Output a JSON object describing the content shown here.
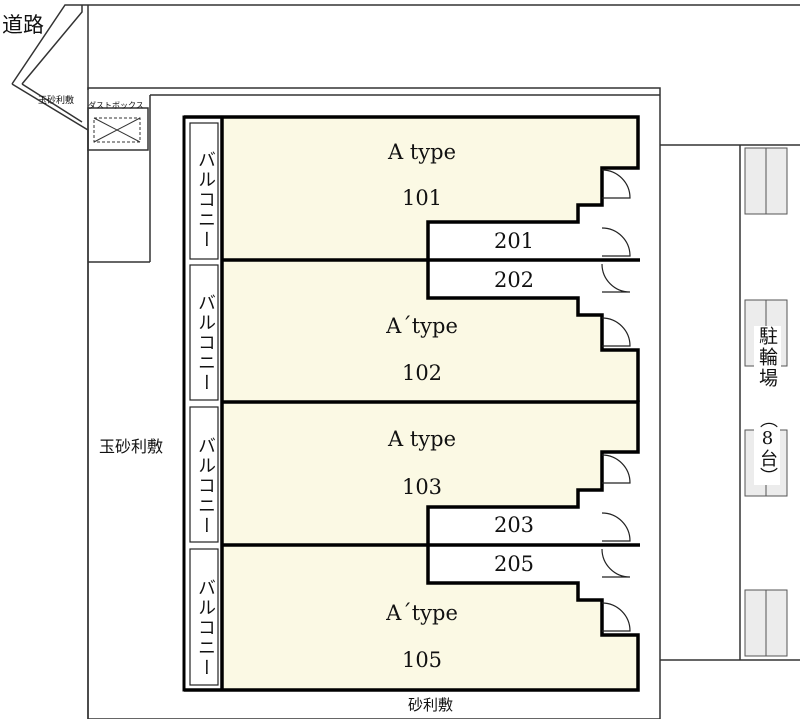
{
  "labels": {
    "road": "道路",
    "gravel_top": "玉砂利敷",
    "dust_box": "ダストボックス",
    "gravel_left": "玉砂利敷",
    "gravel_bottom": "砂利敷",
    "bike_parking": "駐輪場",
    "bike_capacity": "（8台）"
  },
  "balconies": [
    "バルコニー",
    "バルコニー",
    "バルコニー",
    "バルコニー"
  ],
  "units": [
    {
      "type": "A type",
      "number": "101"
    },
    {
      "type": "A´type",
      "number": "102"
    },
    {
      "type": "A type",
      "number": "103"
    },
    {
      "type": "A´type",
      "number": "105"
    }
  ],
  "upper_units": [
    "201",
    "202",
    "203",
    "205"
  ],
  "colors": {
    "room_fill": "#fbf9e4",
    "bike_fill": "#ececec",
    "wall": "#000000",
    "thin_line": "#333333"
  }
}
